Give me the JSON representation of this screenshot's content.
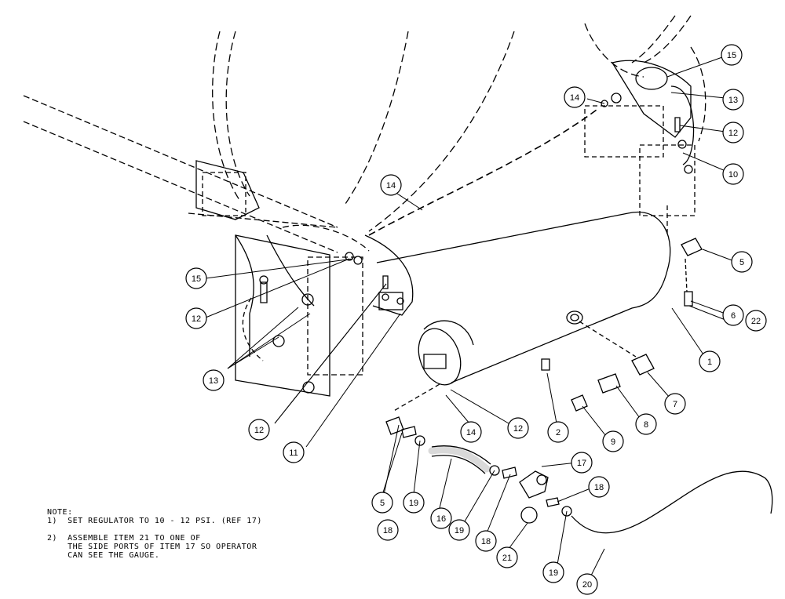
{
  "callouts": [
    {
      "id": "c1",
      "label": "1"
    },
    {
      "id": "c2",
      "label": "2"
    },
    {
      "id": "c5a",
      "label": "5"
    },
    {
      "id": "c5b",
      "label": "5"
    },
    {
      "id": "c6",
      "label": "6"
    },
    {
      "id": "c7",
      "label": "7"
    },
    {
      "id": "c8",
      "label": "8"
    },
    {
      "id": "c9",
      "label": "9"
    },
    {
      "id": "c10",
      "label": "10"
    },
    {
      "id": "c11",
      "label": "11"
    },
    {
      "id": "c12a",
      "label": "12"
    },
    {
      "id": "c12b",
      "label": "12"
    },
    {
      "id": "c12c",
      "label": "12"
    },
    {
      "id": "c12d",
      "label": "12"
    },
    {
      "id": "c13a",
      "label": "13"
    },
    {
      "id": "c13b",
      "label": "13"
    },
    {
      "id": "c14a",
      "label": "14"
    },
    {
      "id": "c14b",
      "label": "14"
    },
    {
      "id": "c14c",
      "label": "14"
    },
    {
      "id": "c15a",
      "label": "15"
    },
    {
      "id": "c15b",
      "label": "15"
    },
    {
      "id": "c16",
      "label": "16"
    },
    {
      "id": "c17",
      "label": "17"
    },
    {
      "id": "c18a",
      "label": "18"
    },
    {
      "id": "c18b",
      "label": "18"
    },
    {
      "id": "c18c",
      "label": "18"
    },
    {
      "id": "c19a",
      "label": "19"
    },
    {
      "id": "c19b",
      "label": "19"
    },
    {
      "id": "c19c",
      "label": "19"
    },
    {
      "id": "c20",
      "label": "20"
    },
    {
      "id": "c21",
      "label": "21"
    },
    {
      "id": "c22",
      "label": "22"
    }
  ],
  "note": {
    "heading": "NOTE:",
    "line1": "1)  SET REGULATOR TO 10 - 12 PSI. (REF 17)",
    "line2a": "2)  ASSEMBLE ITEM 21 TO ONE OF",
    "line2b": "    THE SIDE PORTS OF ITEM 17 SO OPERATOR",
    "line2c": "    CAN SEE THE GAUGE."
  }
}
